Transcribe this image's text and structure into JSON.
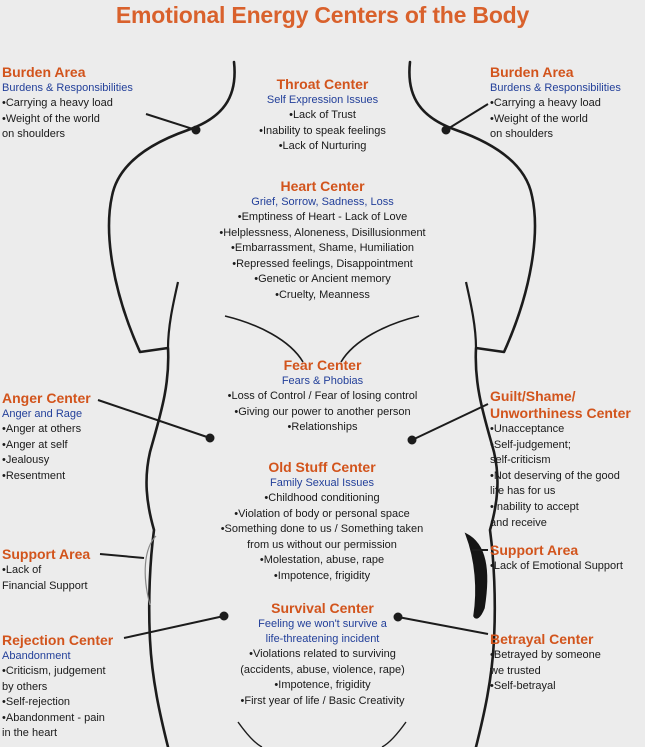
{
  "title": "Emotional Energy Centers of the Body",
  "blocks": {
    "burden_left": {
      "heading": "Burden Area",
      "subtitle": "Burdens & Responsibilities",
      "lines": [
        {
          "text": "Carrying a heavy load",
          "bullet": true
        },
        {
          "text": "Weight of the world",
          "bullet": true
        },
        {
          "text": "on shoulders",
          "bullet": false
        }
      ]
    },
    "throat": {
      "heading": "Throat Center",
      "subtitle": "Self Expression Issues",
      "lines": [
        {
          "text": "Lack of Trust",
          "bullet": true
        },
        {
          "text": "Inability to speak feelings",
          "bullet": true
        },
        {
          "text": "Lack of Nurturing",
          "bullet": true
        }
      ]
    },
    "burden_right": {
      "heading": "Burden Area",
      "subtitle": "Burdens & Responsibilities",
      "lines": [
        {
          "text": "Carrying a heavy load",
          "bullet": true
        },
        {
          "text": "Weight of the world",
          "bullet": true
        },
        {
          "text": "on shoulders",
          "bullet": false
        }
      ]
    },
    "heart": {
      "heading": "Heart Center",
      "subtitle": "Grief, Sorrow, Sadness, Loss",
      "lines": [
        {
          "text": "Emptiness of Heart - Lack of Love",
          "bullet": true
        },
        {
          "text": "Helplessness, Aloneness, Disillusionment",
          "bullet": true
        },
        {
          "text": "Embarrassment, Shame, Humiliation",
          "bullet": true
        },
        {
          "text": "Repressed feelings, Disappointment",
          "bullet": true
        },
        {
          "text": "Genetic or Ancient memory",
          "bullet": true
        },
        {
          "text": "Cruelty, Meanness",
          "bullet": true
        }
      ]
    },
    "fear": {
      "heading": "Fear Center",
      "subtitle": "Fears & Phobias",
      "lines": [
        {
          "text": "Loss of Control / Fear of losing control",
          "bullet": true
        },
        {
          "text": "Giving our power to another person",
          "bullet": true
        },
        {
          "text": "Relationships",
          "bullet": true
        }
      ]
    },
    "anger": {
      "heading": "Anger Center",
      "subtitle": "Anger and Rage",
      "lines": [
        {
          "text": "Anger at others",
          "bullet": true
        },
        {
          "text": "Anger at self",
          "bullet": true
        },
        {
          "text": "Jealousy",
          "bullet": true
        },
        {
          "text": "Resentment",
          "bullet": true
        }
      ]
    },
    "guilt": {
      "heading": "Guilt/Shame/",
      "heading2": "Unworthiness Center",
      "lines": [
        {
          "text": "Unacceptance",
          "bullet": true
        },
        {
          "text": "Self-judgement;",
          "bullet": true
        },
        {
          "text": "self-criticism",
          "bullet": false
        },
        {
          "text": "Not deserving of the good",
          "bullet": true
        },
        {
          "text": "life has for us",
          "bullet": false
        },
        {
          "text": "Inability to accept",
          "bullet": true
        },
        {
          "text": "and receive",
          "bullet": false
        }
      ]
    },
    "old_stuff": {
      "heading": "Old Stuff Center",
      "subtitle": "Family Sexual Issues",
      "lines": [
        {
          "text": "Childhood conditioning",
          "bullet": true
        },
        {
          "text": "Violation of body or personal space",
          "bullet": true
        },
        {
          "text": "Something done to us / Something taken",
          "bullet": true
        },
        {
          "text": "from us without our permission",
          "bullet": false
        },
        {
          "text": "Molestation, abuse, rape",
          "bullet": true
        },
        {
          "text": "Impotence, frigidity",
          "bullet": true
        }
      ]
    },
    "support_left": {
      "heading": "Support Area",
      "lines": [
        {
          "text": "Lack of",
          "bullet": true
        },
        {
          "text": "Financial Support",
          "bullet": false
        }
      ]
    },
    "support_right": {
      "heading": "Support Area",
      "lines": [
        {
          "text": "Lack of Emotional Support",
          "bullet": true
        }
      ]
    },
    "survival": {
      "heading": "Survival Center",
      "subtitle": "Feeling we won't survive a",
      "subtitle2": "life-threatening incident",
      "lines": [
        {
          "text": "Violations related to surviving",
          "bullet": true
        },
        {
          "text": "(accidents, abuse, violence, rape)",
          "bullet": false
        },
        {
          "text": "Impotence, frigidity",
          "bullet": true
        },
        {
          "text": "First year of life / Basic Creativity",
          "bullet": true
        }
      ]
    },
    "rejection": {
      "heading": "Rejection Center",
      "subtitle": "Abandonment",
      "lines": [
        {
          "text": "Criticism, judgement",
          "bullet": true
        },
        {
          "text": "by others",
          "bullet": false
        },
        {
          "text": "Self-rejection",
          "bullet": true
        },
        {
          "text": "Abandonment - pain",
          "bullet": true
        },
        {
          "text": "in the heart",
          "bullet": false
        }
      ]
    },
    "betrayal": {
      "heading": "Betrayal Center",
      "lines": [
        {
          "text": "Betrayed by someone",
          "bullet": true
        },
        {
          "text": "we trusted",
          "bullet": false
        },
        {
          "text": "Self-betrayal",
          "bullet": true
        }
      ]
    }
  },
  "colors": {
    "heading": "#d2541c",
    "subtitle": "#23409a",
    "text": "#1a1a1a",
    "outline": "#1c1c1c"
  }
}
